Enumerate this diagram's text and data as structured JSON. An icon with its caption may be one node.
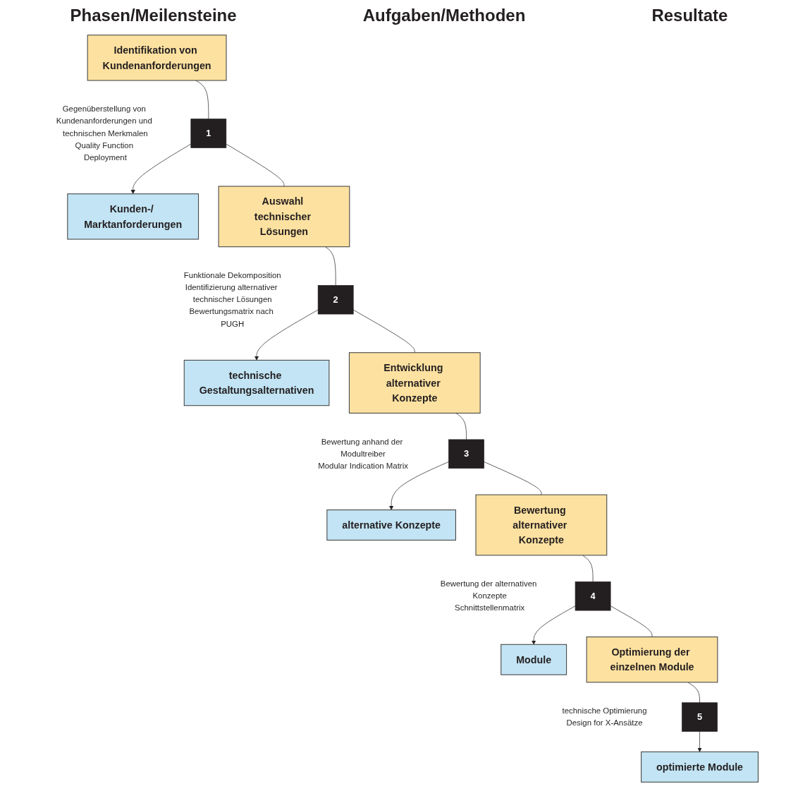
{
  "diagram": {
    "nodes": [
      {
        "text": [
          "Identifikation von Kundenanforderungen"
        ],
        "beside": [
          "Gegenüberstellung von Kundenanforderungen und technischen Merkmalen",
          "Quality Function Deployment"
        ]
      },
      {
        "text": [
          "1"
        ]
      },
      {
        "text": [
          "Kunden-/ Marktanforderungen"
        ]
      },
      {
        "text": [
          "Auswahl technischer Lösungen"
        ],
        "beside": [
          "Funktionale Dekomposition",
          "Identifizierung alternativer technischer Lösungen",
          "Bewertungsmatrix nach PUGH"
        ]
      },
      {
        "text": [
          "2"
        ]
      },
      {
        "text": [
          "technische Gestaltungsalternativen"
        ]
      },
      {
        "text": [
          "Entwicklung alternativer Konzepte"
        ],
        "beside": [
          "Bewertung anhand der Modultreiber",
          "Modular Indication Matrix"
        ]
      },
      {
        "text": [
          "3"
        ]
      },
      {
        "text": [
          "alternative Konzepte"
        ]
      },
      {
        "text": [
          "Bewertung alternativer Konzepte"
        ],
        "beside": [
          "Bewertung der alternativen Konzepte",
          "Schnittstellenmatrix"
        ]
      },
      {
        "text": [
          "4"
        ]
      },
      {
        "text": [
          "Module"
        ]
      },
      {
        "text": [
          "Optimierung der einzelnen Module"
        ],
        "beside": [
          "technische Optimierung",
          "Design for X-Ansätze"
        ]
      },
      {
        "text": [
          "5"
        ]
      },
      {
        "text": [
          "optimierte Module"
        ]
      }
    ],
    "edges": [
      {
        "from": 0,
        "to": 1,
        "arrow": "none"
      },
      {
        "from": 1,
        "to": 2,
        "arrow": "to"
      },
      {
        "from": 1,
        "to": 3,
        "arrow": "none"
      },
      {
        "from": 3,
        "to": 4,
        "arrow": "none"
      },
      {
        "from": 4,
        "to": 5,
        "arrow": "to"
      },
      {
        "from": 4,
        "to": 6,
        "arrow": "none"
      },
      {
        "from": 6,
        "to": 7,
        "arrow": "none"
      },
      {
        "from": 7,
        "to": 8,
        "arrow": "to"
      },
      {
        "from": 7,
        "to": 9,
        "arrow": "none"
      },
      {
        "from": 9,
        "to": 10,
        "arrow": "none"
      },
      {
        "from": 10,
        "to": 11,
        "arrow": "to"
      },
      {
        "from": 10,
        "to": 12,
        "arrow": "none"
      },
      {
        "from": 12,
        "to": 13,
        "arrow": "none"
      },
      {
        "from": 13,
        "to": 14,
        "arrow": "to"
      }
    ],
    "labels": [
      "Phasen/Meilensteine",
      "Aufgaben/Methoden",
      "Resultate"
    ]
  }
}
